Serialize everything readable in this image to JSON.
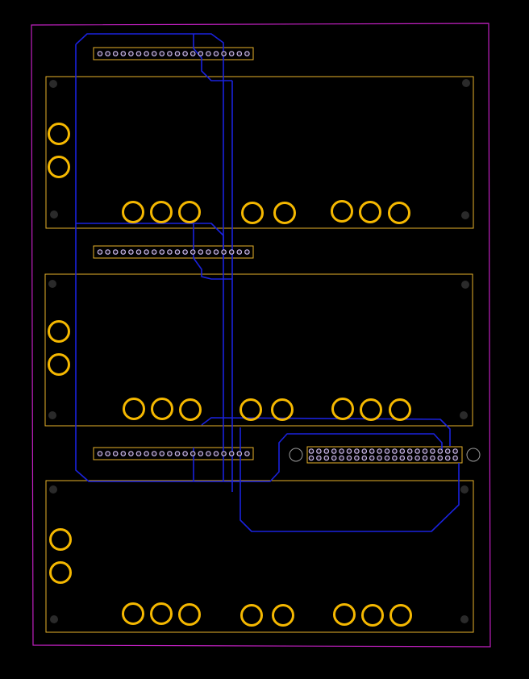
{
  "colors": {
    "background": "#000000",
    "board_outline": "#c020c0",
    "silkscreen": "#e8b22a",
    "copper_trace": "#1a22dd",
    "pad_ring": "#f5b800",
    "mounting_hole": "#2a2a2a",
    "header_pin": "#c9b8e8",
    "header_pin_ring": "#6f5a8a"
  },
  "modules": [
    {
      "id": "module-1",
      "side_pads": 2,
      "bottom_pads": 8
    },
    {
      "id": "module-2",
      "side_pads": 2,
      "bottom_pads": 8
    },
    {
      "id": "module-3",
      "side_pads": 2,
      "bottom_pads": 8
    }
  ],
  "headers": [
    {
      "id": "header-1",
      "pins": 20,
      "rows": 1
    },
    {
      "id": "header-2",
      "pins": 20,
      "rows": 1
    },
    {
      "id": "header-3",
      "pins": 20,
      "rows": 1
    },
    {
      "id": "header-4",
      "pins": 40,
      "rows": 2
    }
  ]
}
